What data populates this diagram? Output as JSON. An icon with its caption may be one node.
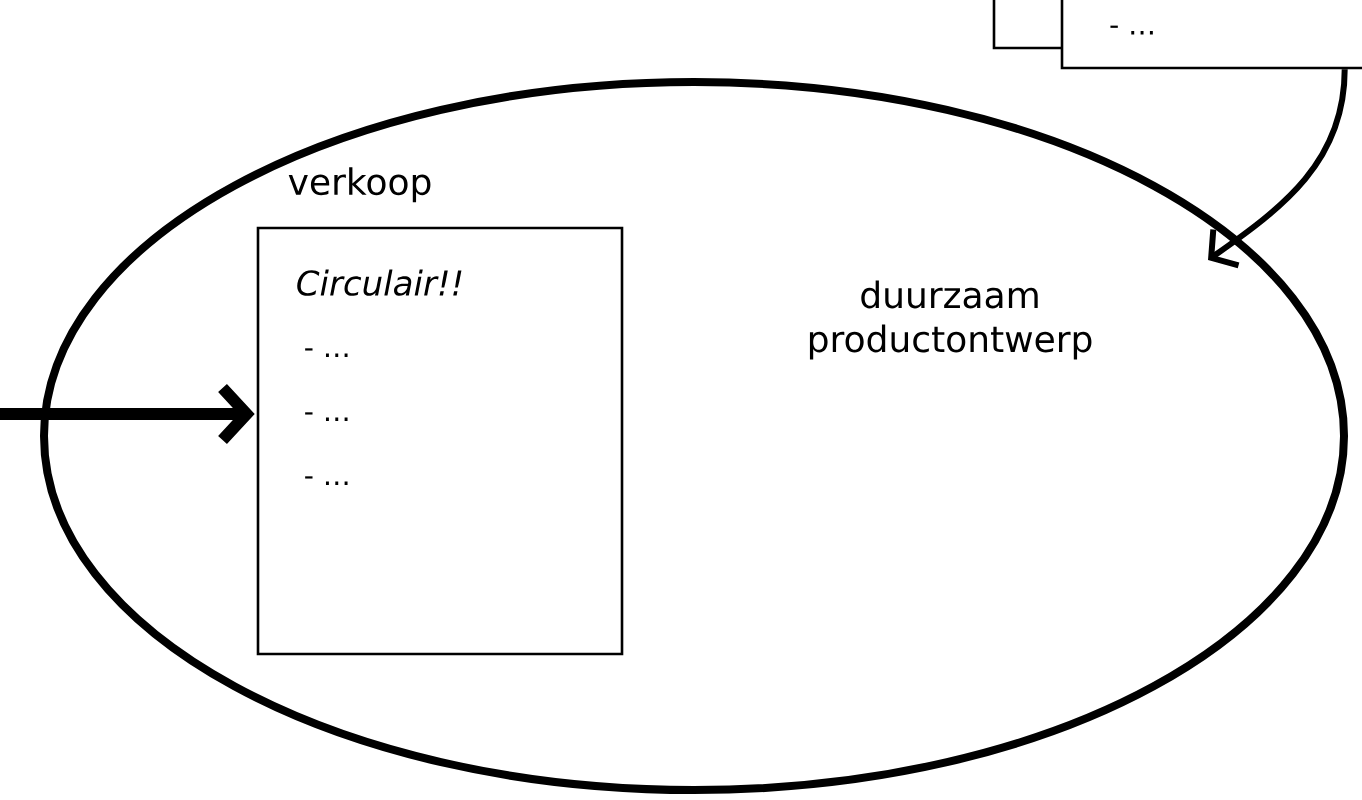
{
  "diagram": {
    "nodes": [
      {
        "text": [],
        "shape": "box"
      },
      {
        "text": [
          "- …"
        ]
      },
      {
        "text": [
          "duurzaam productontwerp"
        ]
      },
      {
        "text": [
          "verkoop",
          "Circulair!!",
          "- …",
          "- …",
          "- …"
        ],
        "in": 2
      }
    ],
    "edges": [
      {
        "from": 1,
        "to": 2,
        "arrow": "to"
      },
      {
        "from": null,
        "to": 3,
        "arrow": "to",
        "style": "thick"
      }
    ]
  }
}
